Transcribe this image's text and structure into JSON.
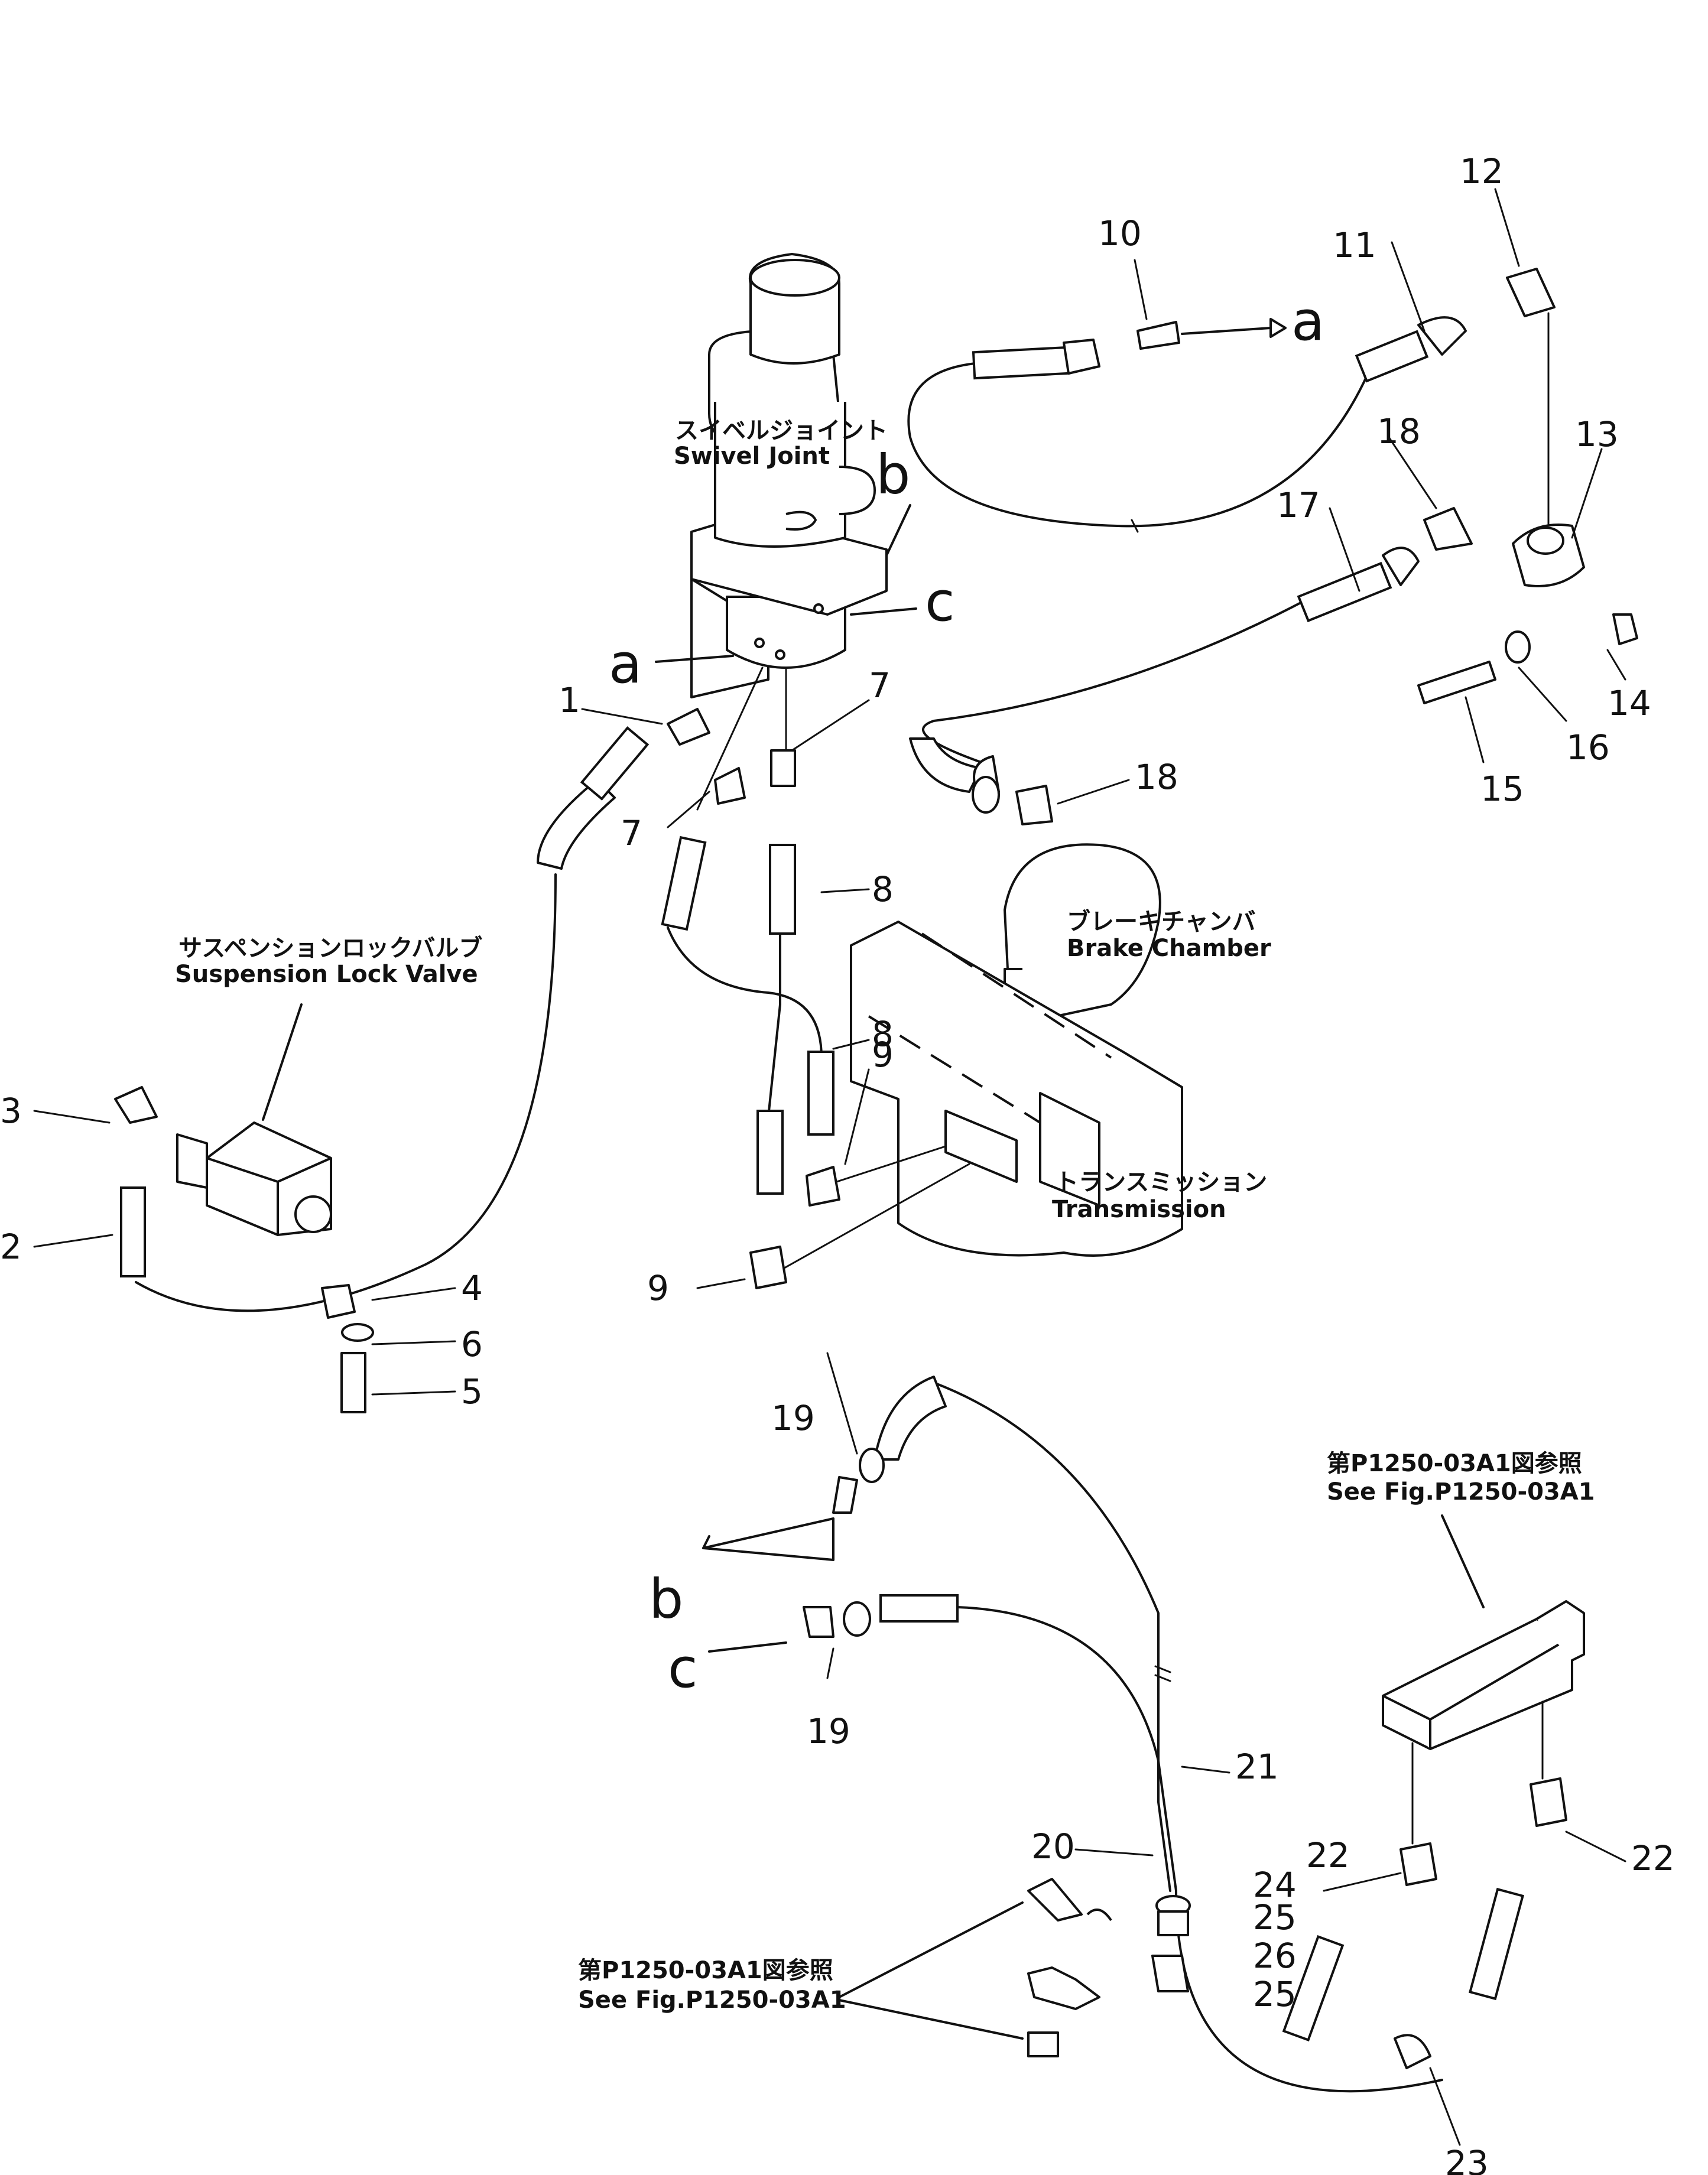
{
  "labels": {
    "swivel_jp": "スイベルジョイント",
    "swivel_en": "Swivel Joint",
    "susp_jp": "サスペンションロックバルブ",
    "susp_en": "Suspension Lock Valve",
    "brake_jp": "ブレーキチャンバ",
    "brake_en": "Brake Chamber",
    "trans_jp": "トランスミッション",
    "trans_en": "Transmission",
    "ref1_jp": "第P1250-03A1図参照",
    "ref1_en": "See Fig.P1250-03A1",
    "ref2_jp": "第P1250-03A1図参照",
    "ref2_en": "See Fig.P1250-03A1"
  },
  "letters": {
    "a": "a",
    "b": "b",
    "c": "c"
  },
  "part_numbers": [
    "1",
    "2",
    "3",
    "4",
    "5",
    "6",
    "7",
    "8",
    "9",
    "10",
    "11",
    "12",
    "13",
    "14",
    "15",
    "16",
    "17",
    "18",
    "19",
    "20",
    "21",
    "22",
    "23",
    "24",
    "25",
    "26"
  ]
}
